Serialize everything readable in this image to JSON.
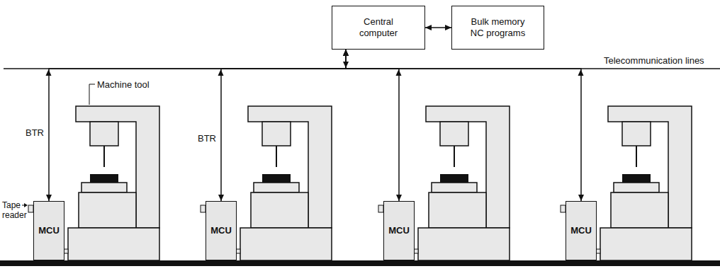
{
  "diagram": {
    "nodes": [
      {
        "text": [
          "Central computer"
        ]
      },
      {
        "text": [
          "Bulk memory NC programs"
        ]
      },
      {
        "text": [
          "MCU"
        ]
      },
      {
        "text": [
          "MCU"
        ]
      },
      {
        "text": [
          "MCU"
        ]
      },
      {
        "text": [
          "MCU"
        ]
      }
    ],
    "edges": [
      {
        "from": 0,
        "to": 1,
        "arrow": "both"
      },
      {
        "from": 0,
        "to": 2,
        "arrow": "both"
      },
      {
        "from": 0,
        "to": 3,
        "arrow": "both"
      },
      {
        "from": 0,
        "to": 4,
        "arrow": "both"
      },
      {
        "from": 0,
        "to": 5,
        "arrow": "both"
      }
    ],
    "labels": [
      "Telecommunication lines",
      "Machine tool",
      "BTR",
      "BTR",
      "Tape reader"
    ]
  }
}
